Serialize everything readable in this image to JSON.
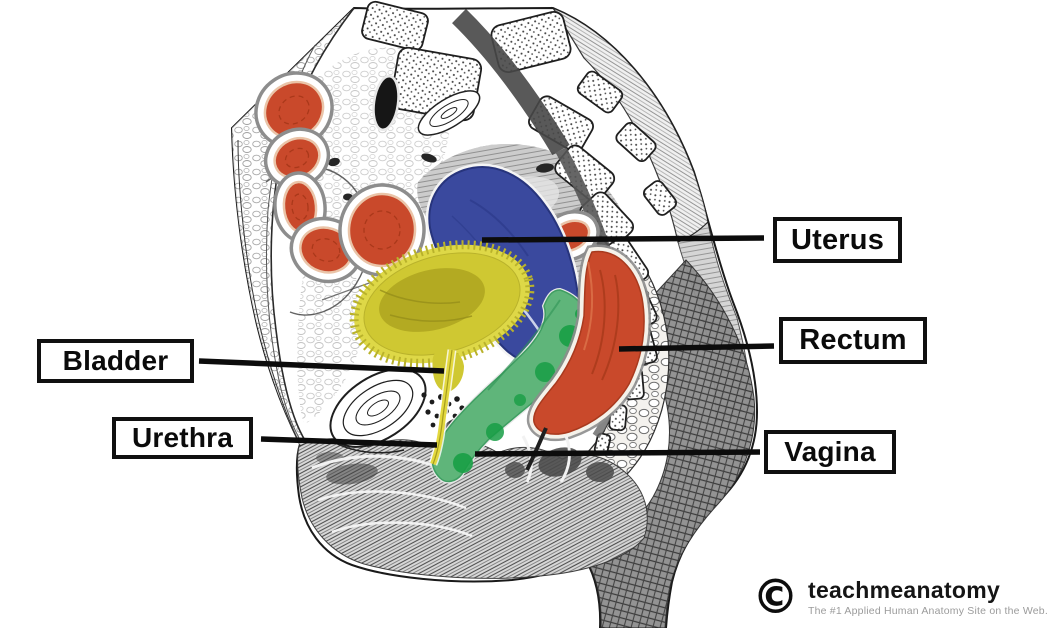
{
  "figure": {
    "description": "Median sagittal section of the female pelvis (engraving) with colour-highlighted organs",
    "labels": {
      "uterus": {
        "text": "Uterus",
        "highlight_color": "#3a499e"
      },
      "rectum": {
        "text": "Rectum",
        "highlight_color": "#c9492b"
      },
      "bladder": {
        "text": "Bladder",
        "highlight_color": "#cfc832"
      },
      "urethra": {
        "text": "Urethra",
        "highlight_color": "#e3d83f"
      },
      "vagina": {
        "text": "Vagina",
        "highlight_color": "#5fb57a"
      }
    }
  },
  "watermark": {
    "symbol": "©",
    "brand": "teachmeanatomy",
    "tagline": "The #1 Applied Human Anatomy Site on the Web."
  }
}
